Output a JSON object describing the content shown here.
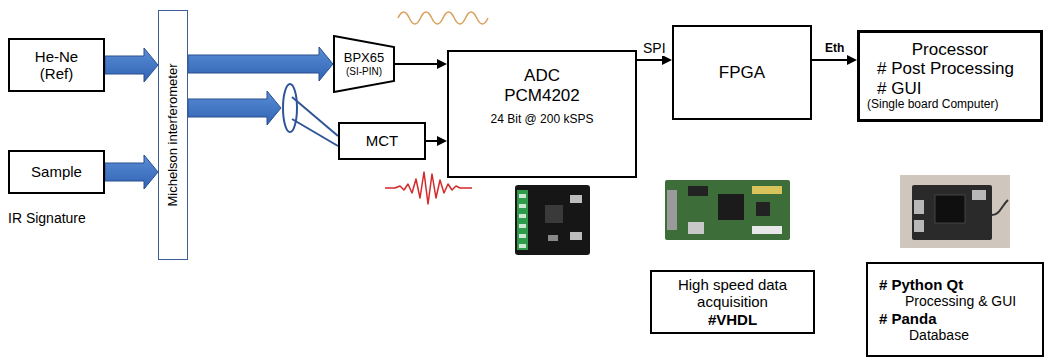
{
  "diagram": {
    "nodes": [
      {
        "text": [
          "He-Ne (Ref)"
        ]
      },
      {
        "text": [
          "Sample"
        ]
      },
      {
        "text": [
          "Michelson interferometer"
        ]
      },
      {
        "text": [
          "BPX65",
          "(SI-PIN)"
        ]
      },
      {
        "text": [
          "MCT"
        ]
      },
      {
        "text": [
          "ADC",
          "PCM4202",
          "24 Bit @ 200 kSPS"
        ]
      },
      {
        "text": [
          "FPGA"
        ]
      },
      {
        "text": [
          "Processor",
          "# Post Processing",
          "# GUI",
          "(Single board Computer)"
        ]
      },
      {
        "text": [
          "High speed data acquisition",
          "#VHDL"
        ]
      },
      {
        "text": [
          "# Python Qt",
          "Processing & GUI",
          "# Panda",
          "Database"
        ]
      }
    ],
    "edges": [
      {
        "from": 0,
        "to": 2,
        "arrow": "to"
      },
      {
        "from": 1,
        "to": 2,
        "arrow": "to"
      },
      {
        "from": 2,
        "to": 3,
        "arrow": "to"
      },
      {
        "from": 2,
        "to": 4,
        "arrow": "to"
      },
      {
        "from": 3,
        "to": 5,
        "arrow": "to"
      },
      {
        "from": 4,
        "to": 5,
        "arrow": "to"
      },
      {
        "from": 5,
        "to": 6,
        "arrow": "to",
        "label": "SPI"
      },
      {
        "from": 6,
        "to": 7,
        "arrow": "to",
        "label": "Eth"
      }
    ],
    "labels": [
      "IR Signature"
    ]
  }
}
